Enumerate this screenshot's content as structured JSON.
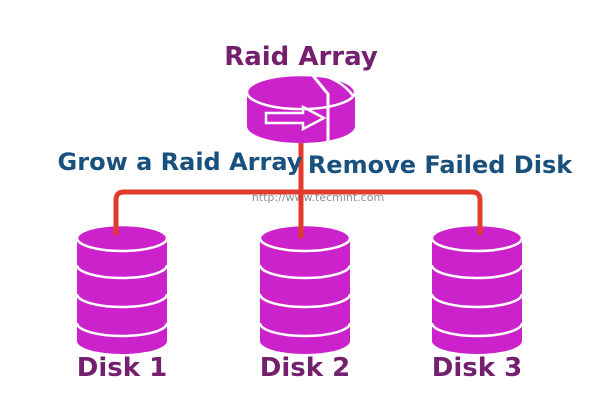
{
  "diagram": {
    "title": "Raid Array",
    "watermark": "http://www.tecmint.com",
    "actions": {
      "left": "Grow a Raid Array",
      "right": "Remove Failed Disk"
    },
    "disks": [
      {
        "label": "Disk 1"
      },
      {
        "label": "Disk 2"
      },
      {
        "label": "Disk 3"
      }
    ],
    "icons": {
      "raid_cylinder": "database-cylinder-icon",
      "grow_arrow": "right-arrow-icon"
    },
    "colors": {
      "cylinder_fill": "#CC22CC",
      "connector_red": "#E23B2C",
      "title_purple": "#75206F",
      "action_blue": "#19517E",
      "watermark_gray": "#8F8F8F",
      "background": "#FFFFFF"
    }
  }
}
